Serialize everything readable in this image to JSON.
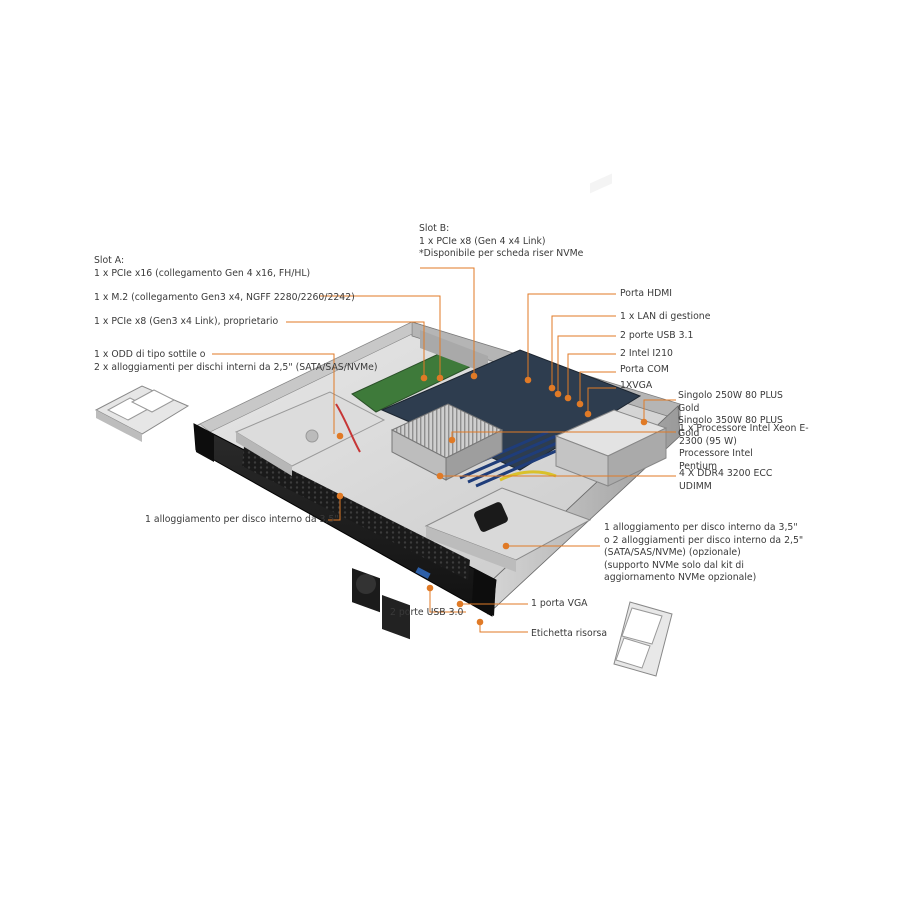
{
  "accent_color": "#e07a26",
  "callouts": {
    "slot_b": [
      "Slot B:",
      "1 x PCIe x8 (Gen 4 x4 Link)",
      "*Disponibile per scheda riser NVMe"
    ],
    "slot_a": [
      "Slot A:",
      "1 x PCIe x16 (collegamento Gen 4 x16, FH/HL)"
    ],
    "m2": "1 x M.2 (collegamento Gen3 x4, NGFF 2280/2260/2242)",
    "pcie_x8": "1 x PCIe x8 (Gen3 x4 Link), proprietario",
    "odd": [
      "1 x ODD di tipo sottile o",
      "2 x alloggiamenti per dischi interni da 2,5\" (SATA/SAS/NVMe)"
    ],
    "hdmi": "Porta HDMI",
    "lan_mgmt": "1 x LAN di gestione",
    "usb31": "2 porte USB 3.1",
    "intel_i210": "2 Intel I210",
    "com": "Porta COM",
    "vga_rear": "1XVGA",
    "psu": [
      "Singolo 250W 80 PLUS",
      "Gold",
      "Singolo 350W 80 PLUS",
      "Gold"
    ],
    "cpu": [
      "1 x Processore Intel Xeon E-",
      "2300 (95 W)",
      "Processore Intel",
      "Pentium"
    ],
    "dimm": [
      "4 X DDR4 3200 ECC",
      "UDIMM"
    ],
    "internal_disk_left": "1 alloggiamento per disco interno da 3,5\"",
    "internal_disk_right": [
      "1 alloggiamento per disco interno da 3,5\"",
      "o 2 alloggiamenti per disco interno da 2,5\"",
      "(SATA/SAS/NVMe) (opzionale)",
      "(supporto NVMe solo dal kit di",
      "aggiornamento NVMe opzionale)"
    ],
    "usb30_front": "2 porte USB 3.0",
    "vga_front": "1 porta VGA",
    "asset_tag": "Etichetta risorsa"
  }
}
